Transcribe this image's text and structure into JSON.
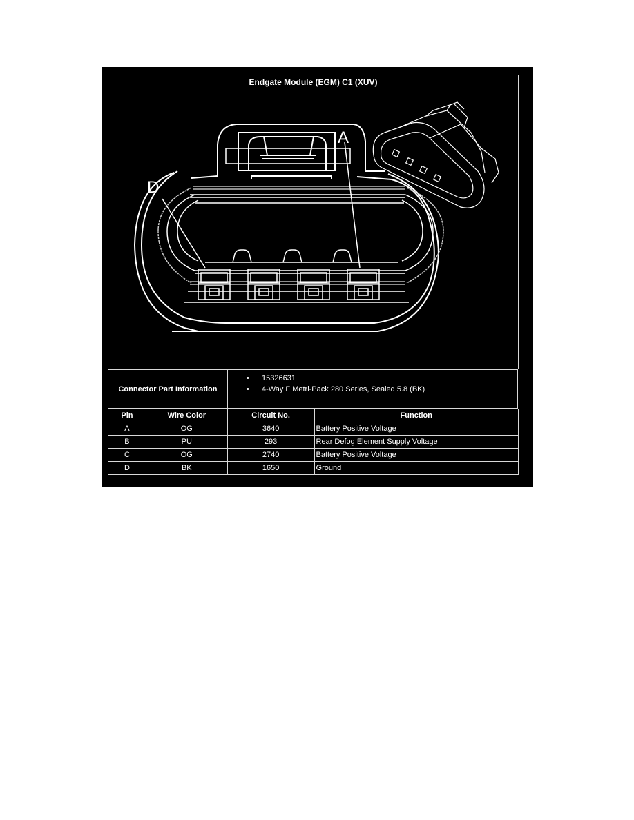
{
  "document": {
    "title": "Endgate Module (EGM) C1 (XUV)",
    "diagram": {
      "pin_labels": {
        "left": "D",
        "right": "A"
      },
      "terminal_count": 4
    },
    "connector_info": {
      "label": "Connector Part Information",
      "items": [
        "15326631",
        "4-Way F Metri-Pack 280 Series, Sealed 5.8 (BK)"
      ]
    },
    "pin_table": {
      "headers": [
        "Pin",
        "Wire Color",
        "Circuit No.",
        "Function"
      ],
      "rows": [
        {
          "pin": "A",
          "wire_color": "OG",
          "circuit": "3640",
          "function": "Battery Positive Voltage"
        },
        {
          "pin": "B",
          "wire_color": "PU",
          "circuit": "293",
          "function": "Rear Defog Element Supply Voltage"
        },
        {
          "pin": "C",
          "wire_color": "OG",
          "circuit": "2740",
          "function": "Battery Positive Voltage"
        },
        {
          "pin": "D",
          "wire_color": "BK",
          "circuit": "1650",
          "function": "Ground"
        }
      ]
    }
  }
}
